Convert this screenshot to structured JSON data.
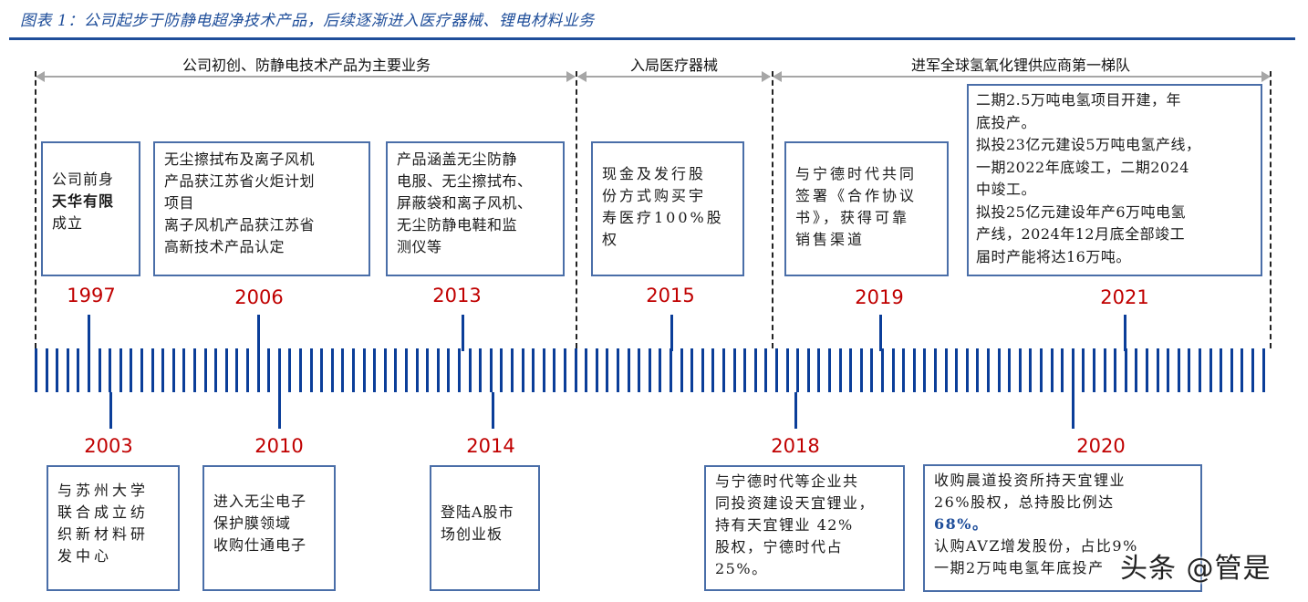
{
  "title": "图表 1：公司起步于防静电超净技术产品，后续逐渐进入医疗器械、锂电材料业务",
  "phases": [
    {
      "label": "公司初创、防静电技术产品为主要业务"
    },
    {
      "label": "入局医疗器械"
    },
    {
      "label": "进军全球氢氧化锂供应商第一梯队"
    }
  ],
  "colors": {
    "accent": "#1f4e9a",
    "year": "#c00000",
    "tick": "#0b3e99",
    "box_border": "#4a6ea8"
  },
  "top_events": [
    {
      "year": "1997",
      "lines": [
        "公司前身",
        "天华有限",
        "成立"
      ]
    },
    {
      "year": "2006",
      "lines": [
        "无尘擦拭布及离子风机",
        "产品获江苏省火炬计划",
        "项目",
        "离子风机产品获江苏省",
        "高新技术产品认定"
      ]
    },
    {
      "year": "2013",
      "lines": [
        "产品涵盖无尘防静",
        "电服、无尘擦拭布、",
        "屏蔽袋和离子风机、",
        "无尘防静电鞋和监",
        "测仪等"
      ]
    },
    {
      "year": "2015",
      "lines": [
        "现金及发行股",
        "份方式购买宇",
        "寿医疗100%股",
        "权"
      ]
    },
    {
      "year": "2019",
      "lines": [
        "与宁德时代共同",
        "签署《合作协议",
        "书》，获得可靠",
        "销售渠道"
      ]
    },
    {
      "year": "2021",
      "lines": [
        "二期2.5万吨电氢项目开建，年",
        "底投产。",
        "拟投23亿元建设5万吨电氢产线，",
        "一期2022年底竣工，二期2024",
        "中竣工。",
        "拟投25亿元建设年产6万吨电氢",
        "产线，2024年12月底全部竣工",
        "届时产能将达16万吨。"
      ]
    }
  ],
  "bottom_events": [
    {
      "year": "2003",
      "lines": [
        "与苏州大学",
        "联合成立纺",
        "织新材料研",
        "发中心"
      ]
    },
    {
      "year": "2010",
      "lines": [
        "进入无尘电子",
        "保护膜领域",
        "收购仕通电子"
      ]
    },
    {
      "year": "2014",
      "lines": [
        "登陆A股市",
        "场创业板"
      ]
    },
    {
      "year": "2018",
      "lines": [
        "与宁德时代等企业共",
        "同投资建设天宜锂业，",
        "持有天宜锂业 42%",
        "股权，宁德时代占",
        "25%。"
      ]
    },
    {
      "year": "2020",
      "lines": [
        "收购晨道投资所持天宜锂业",
        "26%股权，总持股比例达",
        "68%。",
        "认购AVZ增发股份，占比9%",
        "一期2万吨电氢年底投产"
      ]
    }
  ],
  "watermark": "头条 @管是"
}
